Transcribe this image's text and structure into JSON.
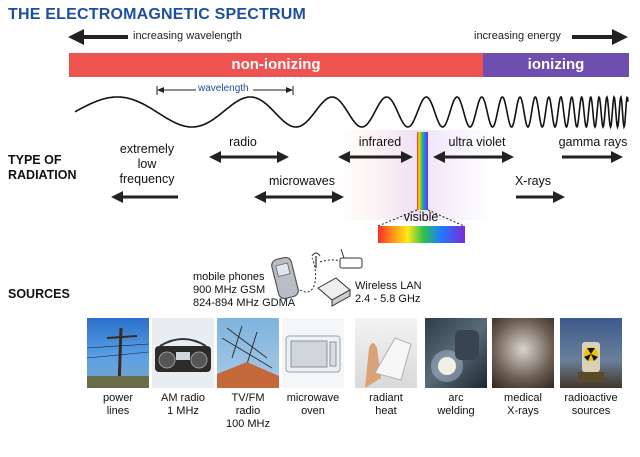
{
  "title": "THE ELECTROMAGNETIC SPECTRUM",
  "arrows": {
    "wavelength": "increasing wavelength",
    "energy": "increasing energy"
  },
  "bands": {
    "non_ionizing": "non-ionizing",
    "ionizing": "ionizing"
  },
  "wavelength_label": "wavelength",
  "sections": {
    "type": "TYPE OF\nRADIATION",
    "sources": "SOURCES"
  },
  "radiation": {
    "elf": "extremely\nlow\nfrequency",
    "radio": "radio",
    "microwaves": "microwaves",
    "infrared": "infrared",
    "ultraviolet": "ultra violet",
    "visible": "visible",
    "xrays": "X-rays",
    "gamma": "gamma rays"
  },
  "devices": {
    "mobile": "mobile phones\n900 MHz GSM\n824-894 MHz GDMA",
    "wlan": "Wireless LAN\n2.4 - 5.8 GHz"
  },
  "sources": [
    {
      "caption": "power\nlines",
      "icon": "power-lines-photo"
    },
    {
      "caption": "AM radio\n1 MHz",
      "icon": "am-radio-photo"
    },
    {
      "caption": "TV/FM\nradio\n100 MHz",
      "icon": "tv-antenna-photo"
    },
    {
      "caption": "microwave\noven",
      "icon": "microwave-oven-photo"
    },
    {
      "caption": "radiant\nheat",
      "icon": "radiant-heat-photo"
    },
    {
      "caption": "arc\nwelding",
      "icon": "arc-welding-photo"
    },
    {
      "caption": "medical\nX-rays",
      "icon": "medical-xray-photo"
    },
    {
      "caption": "radioactive\nsources",
      "icon": "radioactive-source-photo"
    }
  ],
  "colors": {
    "title": "#1e4f9e",
    "non_ionizing": "#ef5351",
    "ionizing": "#6e4fb0"
  }
}
